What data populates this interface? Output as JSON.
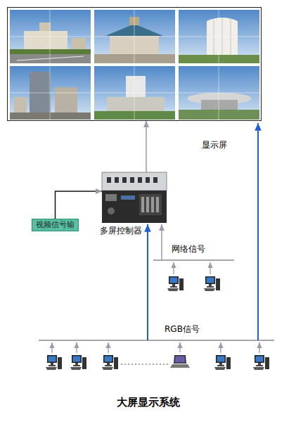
{
  "diagram": {
    "caption": "大屏显示系统",
    "nodes": [
      {
        "text": [
          "显示屏"
        ]
      },
      {
        "text": [
          "多屏控制器"
        ]
      },
      {
        "text": [
          "视频信号输"
        ]
      }
    ],
    "edges": [
      {
        "from": 2,
        "to": 1,
        "arrow": "to"
      },
      {
        "from": 1,
        "to": 0,
        "arrow": "to"
      }
    ],
    "labels": [
      "网络信号",
      "RGB信号"
    ]
  }
}
